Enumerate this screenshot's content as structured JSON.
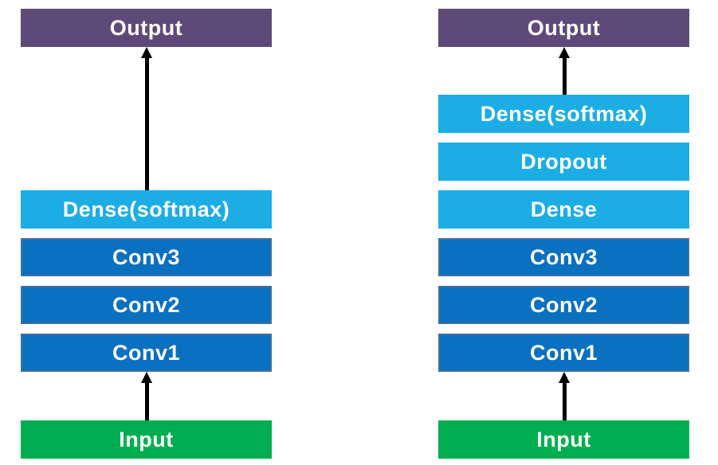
{
  "colors": {
    "output_fill": "#5E4A78",
    "dense_fill": "#1CADE4",
    "conv_fill": "#0A70C0",
    "conv_border": "#41719C",
    "input_fill": "#00AE4F",
    "arrow": "#000000",
    "label_text": "#FFFFFF",
    "background": "#FFFFFF"
  },
  "models": [
    {
      "id": "cnn-baseline",
      "layers": [
        {
          "label": "Output",
          "role": "output"
        },
        {
          "label": "Dense(softmax)",
          "role": "dense"
        },
        {
          "label": "Conv3",
          "role": "conv"
        },
        {
          "label": "Conv2",
          "role": "conv"
        },
        {
          "label": "Conv1",
          "role": "conv"
        },
        {
          "label": "Input",
          "role": "input"
        }
      ],
      "connections": [
        {
          "from": "Dense(softmax)",
          "to": "Output"
        },
        {
          "from": "Input",
          "to": "Conv1"
        }
      ]
    },
    {
      "id": "cnn-with-dense-dropout",
      "layers": [
        {
          "label": "Output",
          "role": "output"
        },
        {
          "label": "Dense(softmax)",
          "role": "dense"
        },
        {
          "label": "Dropout",
          "role": "dense"
        },
        {
          "label": "Dense",
          "role": "dense"
        },
        {
          "label": "Conv3",
          "role": "conv"
        },
        {
          "label": "Conv2",
          "role": "conv"
        },
        {
          "label": "Conv1",
          "role": "conv"
        },
        {
          "label": "Input",
          "role": "input"
        }
      ],
      "connections": [
        {
          "from": "Dense(softmax)",
          "to": "Output"
        },
        {
          "from": "Input",
          "to": "Conv1"
        }
      ]
    }
  ]
}
